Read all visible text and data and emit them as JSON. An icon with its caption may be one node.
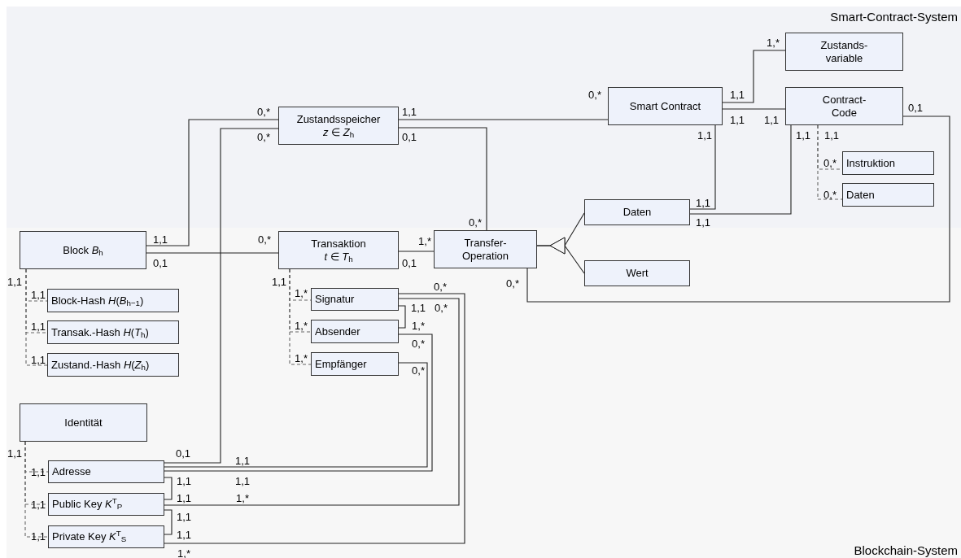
{
  "diagram": {
    "nodes": [
      {
        "text": [
          "Smart-Contract-System"
        ]
      },
      {
        "text": [
          "Blockchain-System"
        ]
      },
      {
        "text": [
          "Zustandsspeicher",
          "*z* ∈ *Z*$_{h}$"
        ],
        "in": 0
      },
      {
        "text": [
          "Smart Contract"
        ],
        "in": 0
      },
      {
        "text": [
          "Zustands-variable"
        ],
        "in": 0
      },
      {
        "text": [
          "Contract-Code"
        ],
        "in": 0
      },
      {
        "text": [
          "Instruktion"
        ],
        "in": 0
      },
      {
        "text": [
          "Daten"
        ],
        "in": 0
      },
      {
        "text": [
          "Daten"
        ],
        "in": 0
      },
      {
        "text": [
          "Block *B*$_{h}$"
        ],
        "in": 1
      },
      {
        "text": [
          "Transaktion",
          "*t* ∈ *T*$_{h}$"
        ],
        "in": 1
      },
      {
        "text": [
          "Transfer-Operation"
        ],
        "in": 1
      },
      {
        "text": [
          "Wert"
        ],
        "in": 1
      },
      {
        "text": [
          "Block-Hash *H*(*B*$_{h−1}$)"
        ],
        "in": 1
      },
      {
        "text": [
          "Transak.-Hash *H*(*T*$_{h}$)"
        ],
        "in": 1
      },
      {
        "text": [
          "Zustand.-Hash *H*(*Z*$_{h}$)"
        ],
        "in": 1
      },
      {
        "text": [
          "Signatur"
        ],
        "in": 1
      },
      {
        "text": [
          "Absender"
        ],
        "in": 1
      },
      {
        "text": [
          "Empfänger"
        ],
        "in": 1
      },
      {
        "text": [
          "Identität"
        ],
        "in": 1
      },
      {
        "text": [
          "Adresse"
        ],
        "in": 1
      },
      {
        "text": [
          "Public Key *K*$^{T}$$_{P}$"
        ],
        "in": 1
      },
      {
        "text": [
          "Private Key *K*$^{T}$$_{S}$"
        ],
        "in": 1
      }
    ],
    "edges": [
      {
        "from": 9,
        "to": 2,
        "arrow": "none"
      },
      {
        "from": 9,
        "to": 10,
        "arrow": "none"
      },
      {
        "from": 2,
        "to": 3,
        "arrow": "none"
      },
      {
        "from": 2,
        "to": 11,
        "arrow": "none"
      },
      {
        "from": 10,
        "to": 11,
        "arrow": "none"
      },
      {
        "from": 3,
        "to": 4,
        "arrow": "none"
      },
      {
        "from": 3,
        "to": 5,
        "arrow": "none"
      },
      {
        "from": 3,
        "to": 8,
        "arrow": "none"
      },
      {
        "from": 5,
        "to": 8,
        "arrow": "none"
      },
      {
        "from": 5,
        "to": 11,
        "arrow": "none"
      },
      {
        "from": 5,
        "to": 6,
        "arrow": "none",
        "style": "dashed",
        "color": "#666666"
      },
      {
        "from": 5,
        "to": 7,
        "arrow": "none",
        "style": "dashed",
        "color": "#666666"
      },
      {
        "from": 8,
        "to": 11,
        "arrow": "to"
      },
      {
        "from": 12,
        "to": 11,
        "arrow": "to"
      },
      {
        "from": 9,
        "to": 13,
        "arrow": "none",
        "style": "dashed",
        "color": "#666666"
      },
      {
        "from": 9,
        "to": 14,
        "arrow": "none",
        "style": "dashed",
        "color": "#666666"
      },
      {
        "from": 9,
        "to": 15,
        "arrow": "none",
        "style": "dashed",
        "color": "#666666"
      },
      {
        "from": 10,
        "to": 16,
        "arrow": "none",
        "style": "dashed",
        "color": "#666666"
      },
      {
        "from": 10,
        "to": 17,
        "arrow": "none",
        "style": "dashed",
        "color": "#666666"
      },
      {
        "from": 10,
        "to": 18,
        "arrow": "none",
        "style": "dashed",
        "color": "#666666"
      },
      {
        "from": 16,
        "to": 17,
        "arrow": "none"
      },
      {
        "from": 19,
        "to": 20,
        "arrow": "none",
        "style": "dashed",
        "color": "#666666"
      },
      {
        "from": 19,
        "to": 21,
        "arrow": "none",
        "style": "dashed",
        "color": "#666666"
      },
      {
        "from": 19,
        "to": 22,
        "arrow": "none",
        "style": "dashed",
        "color": "#666666"
      },
      {
        "from": 20,
        "to": 2,
        "arrow": "none"
      },
      {
        "from": 20,
        "to": 18,
        "arrow": "none"
      },
      {
        "from": 20,
        "to": 17,
        "arrow": "none"
      },
      {
        "from": 20,
        "to": 21,
        "arrow": "none"
      },
      {
        "from": 21,
        "to": 16,
        "arrow": "none"
      },
      {
        "from": 22,
        "to": 16,
        "arrow": "none"
      },
      {
        "from": 21,
        "to": 22,
        "arrow": "none"
      }
    ],
    "labels": [
      "1,*",
      "0,*",
      "1,1",
      "0,1",
      "0,*",
      "1,1",
      "1,1",
      "1,1",
      "0,*",
      "0,1",
      "1,1",
      "1,1",
      "1,1",
      "0,*",
      "0,*",
      "1,1",
      "0,*",
      "1,1",
      "1,1",
      "0,*",
      "1,*",
      "0,1",
      "0,1",
      "1,1",
      "1,1",
      "0,*",
      "0,*",
      "1,1",
      "1,*",
      "1,1",
      "0,*",
      "1,1",
      "1,*",
      "1,*",
      "0,*",
      "1,1",
      "1,*",
      "0,*",
      "1,1",
      "0,1",
      "1,1",
      "1,1",
      "1,1",
      "1,1",
      "1,1",
      "1,*",
      "1,1",
      "1,1",
      "1,1",
      "1,1",
      "1,*"
    ]
  }
}
